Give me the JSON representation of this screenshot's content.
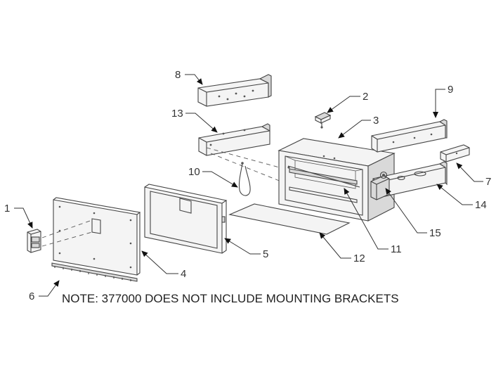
{
  "callouts": [
    {
      "id": "1",
      "label": "1"
    },
    {
      "id": "2",
      "label": "2"
    },
    {
      "id": "3",
      "label": "3"
    },
    {
      "id": "4",
      "label": "4"
    },
    {
      "id": "5",
      "label": "5"
    },
    {
      "id": "6",
      "label": "6"
    },
    {
      "id": "7",
      "label": "7"
    },
    {
      "id": "8",
      "label": "8"
    },
    {
      "id": "9",
      "label": "9"
    },
    {
      "id": "10",
      "label": "10"
    },
    {
      "id": "11",
      "label": "11"
    },
    {
      "id": "12",
      "label": "12"
    },
    {
      "id": "13",
      "label": "13"
    },
    {
      "id": "14",
      "label": "14"
    },
    {
      "id": "15",
      "label": "15"
    }
  ],
  "note": "NOTE: 377000 DOES NOT INCLUDE MOUNTING BRACKETS"
}
